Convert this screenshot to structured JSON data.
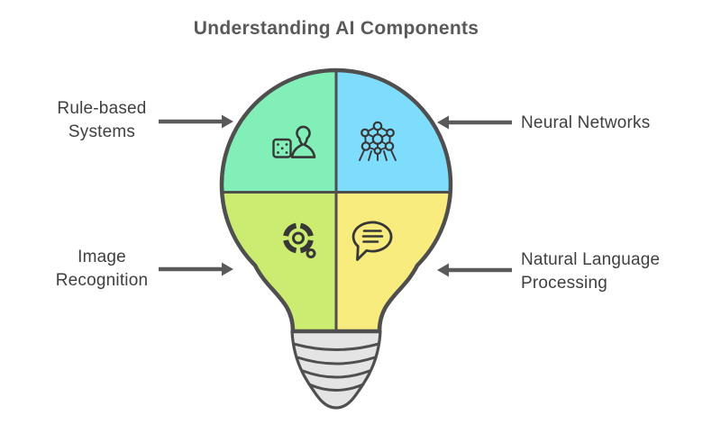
{
  "title": "Understanding AI Components",
  "quadrants": [
    {
      "id": "rule-based-systems",
      "position": "top-left",
      "label": "Rule-based Systems",
      "color": "#82efb8",
      "icon": "game-pawn-and-die-icon"
    },
    {
      "id": "neural-networks",
      "position": "top-right",
      "label": "Neural Networks",
      "color": "#7eddfc",
      "icon": "neural-network-icon"
    },
    {
      "id": "image-recognition",
      "position": "bottom-left",
      "label": "Image Recognition",
      "color": "#cbec70",
      "icon": "image-recognition-icon"
    },
    {
      "id": "natural-language-processing",
      "position": "bottom-right",
      "label": "Natural Language Processing",
      "color": "#f9ec7e",
      "icon": "speech-bubble-icon"
    }
  ],
  "colors": {
    "outline": "#4f4f4f",
    "icon_stroke": "#373737",
    "arrow": "#5a5a5a",
    "title_text": "#595959",
    "label_text": "#3f3f3f",
    "bulb_base_fill": "#e4e4e4",
    "background": "#ffffff"
  }
}
